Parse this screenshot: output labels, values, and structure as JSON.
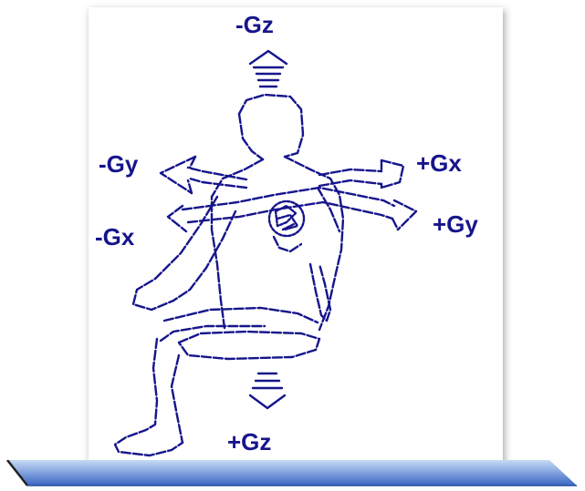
{
  "colors": {
    "ink": "#16158c",
    "banner_light": "#c7dbf5",
    "banner_dark": "#3a67c4",
    "card_background": "#ffffff"
  },
  "axis_labels": {
    "neg_gz": "-Gz",
    "neg_gy": "-Gy",
    "pos_gx": "+Gx",
    "neg_gx": "-Gx",
    "pos_gy": "+Gy",
    "pos_gz": "+Gz"
  }
}
